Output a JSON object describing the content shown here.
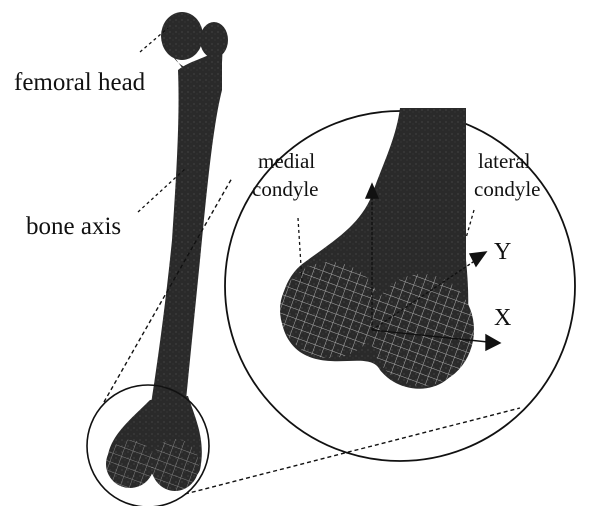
{
  "labels": {
    "femoral_head": "femoral head",
    "bone_axis": "bone axis",
    "medial_condyle": {
      "line1": "medial",
      "line2": "condyle"
    },
    "lateral_condyle": {
      "line1": "lateral",
      "line2": "condyle"
    },
    "y_axis": "Y",
    "x_axis": "X"
  },
  "colors": {
    "bone": "#2a2a2a",
    "ink": "#111111",
    "mesh": "#d8d8d8",
    "background": "#ffffff"
  },
  "icons": {
    "y_arrow": "arrow-up-right",
    "x_arrow": "arrow-right",
    "z_arrow": "arrow-up"
  }
}
